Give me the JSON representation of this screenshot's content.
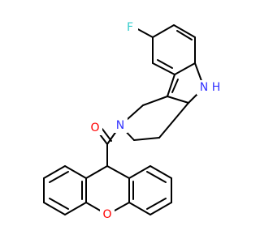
{
  "molecule": {
    "atoms": {
      "fluorine": {
        "label": "F",
        "color": "#33cccc"
      },
      "indole_nh": {
        "label": "N",
        "h_label": "H",
        "color": "#3333ff"
      },
      "amide_n": {
        "label": "N",
        "color": "#3333ff"
      },
      "carbonyl_o": {
        "label": "O",
        "color": "#ff0000"
      },
      "xanthene_o": {
        "label": "O",
        "color": "#ff0000"
      }
    },
    "bond_color": "#000000",
    "background": "#ffffff"
  }
}
